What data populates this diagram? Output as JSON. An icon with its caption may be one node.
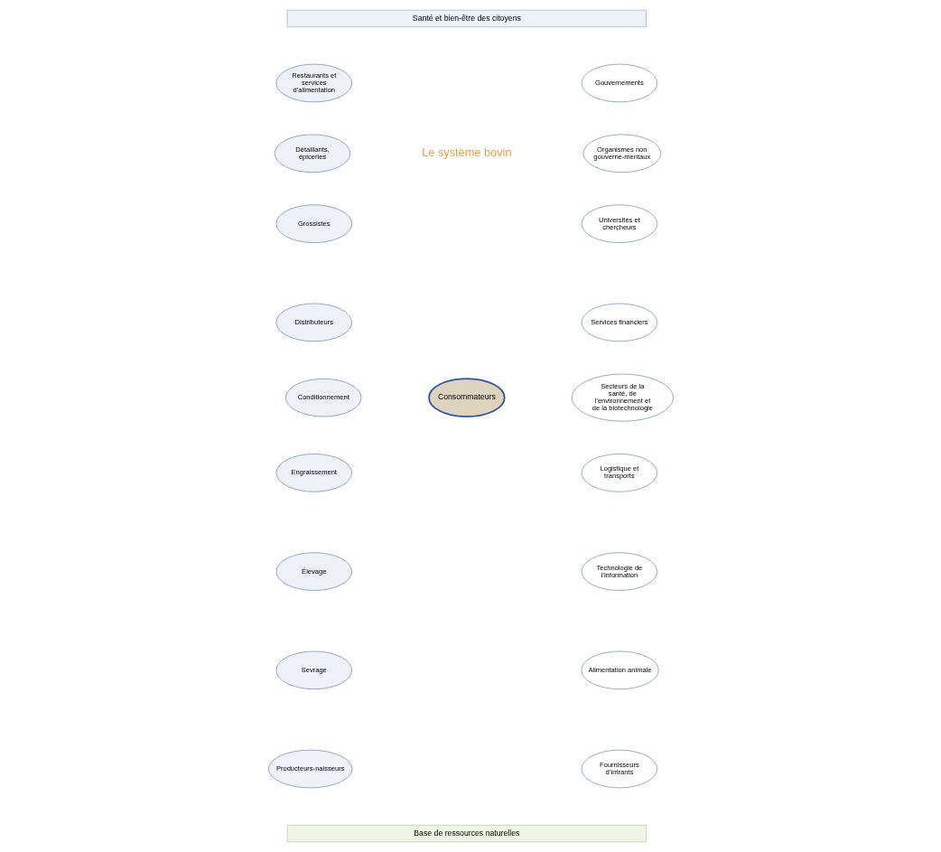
{
  "diagram": {
    "nodes": [
      {
        "text": [
          "Santé et bien-être des citoyens"
        ]
      },
      {
        "text": [
          "Restaurants et services d’alimentation"
        ]
      },
      {
        "text": [
          "Détaillants, épiceries"
        ]
      },
      {
        "text": [
          "Grossistes"
        ]
      },
      {
        "text": [
          "Distributeurs"
        ]
      },
      {
        "text": [
          "Conditionnement"
        ]
      },
      {
        "text": [
          "Engraissement"
        ]
      },
      {
        "text": [
          "Élevage"
        ]
      },
      {
        "text": [
          "Sevrage"
        ]
      },
      {
        "text": [
          "Producteurs-naisseurs"
        ]
      },
      {
        "text": [
          "Consommateurs"
        ]
      },
      {
        "text": [
          "Gouvernements"
        ]
      },
      {
        "text": [
          "Organismes non gouverne-mentaux"
        ]
      },
      {
        "text": [
          "Universités et chercheurs"
        ]
      },
      {
        "text": [
          "Services financiers"
        ]
      },
      {
        "text": [
          "Secteurs de la santé, de l’environnement et de la biotechnologie"
        ]
      },
      {
        "text": [
          "Logistique et transports"
        ]
      },
      {
        "text": [
          "Technologie de l’information"
        ]
      },
      {
        "text": [
          "Alimentation animale"
        ]
      },
      {
        "text": [
          "Fournisseurs d’intrants"
        ]
      },
      {
        "text": [
          "Base de ressources naturelles"
        ]
      }
    ],
    "edges": [],
    "labels": [
      "Le système bovin"
    ]
  }
}
